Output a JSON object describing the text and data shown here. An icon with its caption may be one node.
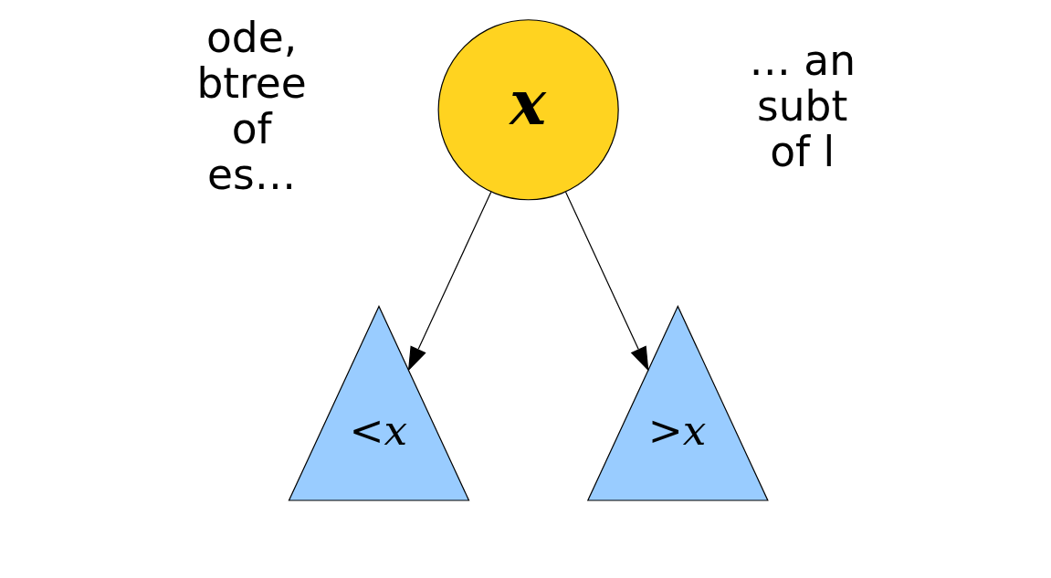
{
  "diagram": {
    "nodes": [
      {
        "text": [
          "x"
        ]
      },
      {
        "text": [
          "<x"
        ]
      },
      {
        "text": [
          ">x"
        ]
      }
    ],
    "edges": [
      {
        "from": 0,
        "to": 1,
        "arrow": "to"
      },
      {
        "from": 0,
        "to": 2,
        "arrow": "to"
      }
    ],
    "labels": [
      "ode, btree of es…",
      "… an subt of l"
    ]
  }
}
